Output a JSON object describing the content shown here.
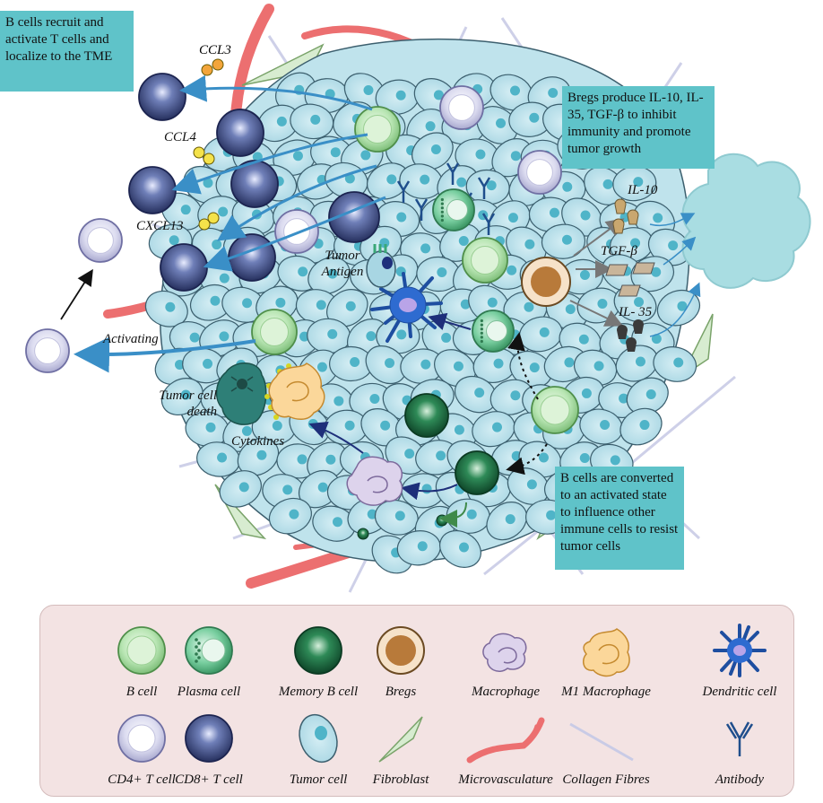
{
  "callouts": {
    "recruit": "B cells recruit and activate T cells and localize to the TME",
    "bregs": "Bregs produce IL-10, IL-35, TGF-β to inhibit immunity and promote tumor growth",
    "converted": "B cells are converted to an activated state to influence other immune cells to resist tumor cells"
  },
  "labels": {
    "ccl3": "CCL3",
    "ccl4": "CCL4",
    "cxcl13": "CXCL13",
    "tumor_antigen": "Tumor Antigen",
    "activating": "Activating",
    "tumor_cell_death": "Tumor cell death",
    "cytokines": "Cytokines",
    "il10": "IL-10",
    "tgfb": "TGF-β",
    "il35": "IL- 35"
  },
  "legend": {
    "items": [
      {
        "label": "B cell",
        "icon": "b-cell-icon"
      },
      {
        "label": "Plasma cell",
        "icon": "plasma-cell-icon"
      },
      {
        "label": "Memory B cell",
        "icon": "memory-b-cell-icon"
      },
      {
        "label": "Bregs",
        "icon": "bregs-icon"
      },
      {
        "label": "Macrophage",
        "icon": "macrophage-icon"
      },
      {
        "label": "M1 Macrophage",
        "icon": "m1-macrophage-icon"
      },
      {
        "label": "Dendritic cell",
        "icon": "dendritic-cell-icon"
      },
      {
        "label": "CD4+ T cell",
        "icon": "cd4-t-cell-icon"
      },
      {
        "label": "CD8+ T cell",
        "icon": "cd8-t-cell-icon"
      },
      {
        "label": "Tumor cell",
        "icon": "tumor-cell-icon"
      },
      {
        "label": "Fibroblast",
        "icon": "fibroblast-icon"
      },
      {
        "label": "Microvasculature",
        "icon": "microvasculature-icon"
      },
      {
        "label": "Collagen Fibres",
        "icon": "collagen-fibres-icon"
      },
      {
        "label": "Antibody",
        "icon": "antibody-icon"
      }
    ]
  },
  "colors": {
    "callout": "#5fc3c9",
    "tumor_fill": "#bfe3ec",
    "tumor_stroke": "#3c5f6e",
    "tumor_nucleus": "#4fb4c8",
    "b_cell": "#b9e6b4",
    "plasma_cell": "#6fc99a",
    "memory_b_cell": "#1f6e45",
    "bregs": "#b87a3a",
    "cd4": "#d6d6ec",
    "cd8": "#3b4a86",
    "vessel": "#ec6f70",
    "arrow": "#3a8fc7",
    "legend_bg": "#f3e3e3"
  }
}
